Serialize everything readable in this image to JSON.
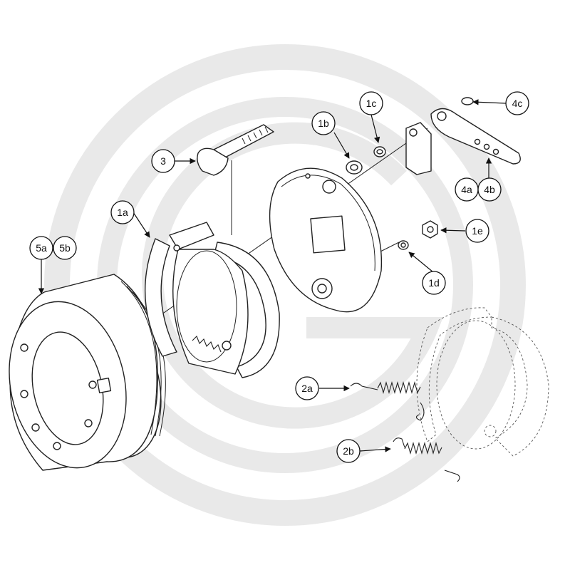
{
  "watermark": {
    "color": "#e9e9e9",
    "shape": "circle-G-logo"
  },
  "line_color": "#222222",
  "callouts": {
    "c1a": "1a",
    "c1b": "1b",
    "c1c": "1c",
    "c1d": "1d",
    "c1e": "1e",
    "c2a": "2a",
    "c2b": "2b",
    "c3": "3",
    "c4a": "4a",
    "c4b": "4b",
    "c4c": "4c",
    "c5a": "5a",
    "c5b": "5b"
  }
}
